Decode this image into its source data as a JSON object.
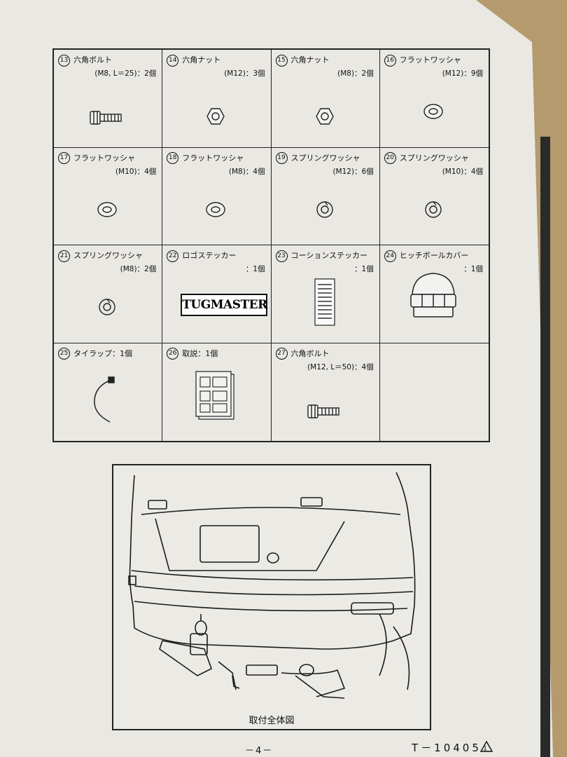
{
  "parts": [
    {
      "no": "13",
      "name": "六角ボルト",
      "spec": "(M8, L＝25)：2個",
      "icon": "hex-bolt-icon"
    },
    {
      "no": "14",
      "name": "六角ナット",
      "spec": "(M12)：3個",
      "icon": "hex-nut-icon"
    },
    {
      "no": "15",
      "name": "六角ナット",
      "spec": "(M8)：2個",
      "icon": "hex-nut-icon"
    },
    {
      "no": "16",
      "name": "フラットワッシャ",
      "spec": "(M12)：9個",
      "icon": "flat-washer-icon"
    },
    {
      "no": "17",
      "name": "フラットワッシャ",
      "spec": "(M10)：4個",
      "icon": "flat-washer-icon"
    },
    {
      "no": "18",
      "name": "フラットワッシャ",
      "spec": "(M8)：4個",
      "icon": "flat-washer-icon"
    },
    {
      "no": "19",
      "name": "スプリングワッシャ",
      "spec": "(M12)：6個",
      "icon": "spring-washer-icon"
    },
    {
      "no": "20",
      "name": "スプリングワッシャ",
      "spec": "(M10)：4個",
      "icon": "spring-washer-icon"
    },
    {
      "no": "21",
      "name": "スプリングワッシャ",
      "spec": "(M8)：2個",
      "icon": "spring-washer-icon"
    },
    {
      "no": "22",
      "name": "ロゴステッカー",
      "spec": "：1個",
      "icon": "logo-sticker-icon"
    },
    {
      "no": "23",
      "name": "コーションステッカー",
      "spec": "：1個",
      "icon": "caution-sticker-icon"
    },
    {
      "no": "24",
      "name": "ヒッチボールカバー",
      "spec": "：1個",
      "icon": "hitch-ball-cover-icon"
    },
    {
      "no": "25",
      "name": "タイラップ：1個",
      "spec": "",
      "icon": "cable-tie-icon"
    },
    {
      "no": "26",
      "name": "取説：1個",
      "spec": "",
      "icon": "manual-icon"
    },
    {
      "no": "27",
      "name": "六角ボルト",
      "spec": "(M12, L＝50)：4個",
      "icon": "hex-bolt-icon"
    },
    {
      "no": "",
      "name": "",
      "spec": "",
      "icon": ""
    }
  ],
  "logo_text": "TUGMASTER",
  "drawing_caption": "取付全体図",
  "page_number": "－4－",
  "doc_number": "T－10405"
}
